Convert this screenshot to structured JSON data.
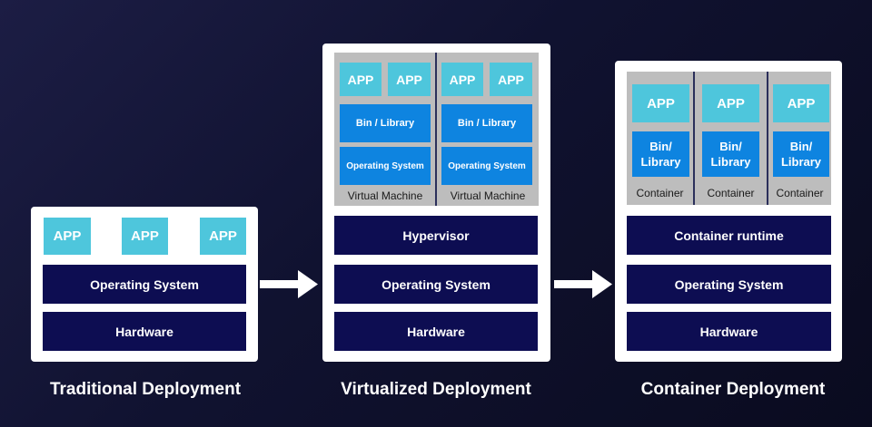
{
  "traditional": {
    "title": "Traditional Deployment",
    "apps": [
      "APP",
      "APP",
      "APP"
    ],
    "os": "Operating System",
    "hardware": "Hardware"
  },
  "virtualized": {
    "title": "Virtualized Deployment",
    "vms": [
      {
        "apps": [
          "APP",
          "APP"
        ],
        "bin": "Bin / Library",
        "os": "Operating System",
        "label": "Virtual Machine"
      },
      {
        "apps": [
          "APP",
          "APP"
        ],
        "bin": "Bin / Library",
        "os": "Operating System",
        "label": "Virtual Machine"
      }
    ],
    "hypervisor": "Hypervisor",
    "os": "Operating System",
    "hardware": "Hardware"
  },
  "container": {
    "title": "Container Deployment",
    "containers": [
      {
        "app": "APP",
        "bin_line1": "Bin/",
        "bin_line2": "Library",
        "label": "Container"
      },
      {
        "app": "APP",
        "bin_line1": "Bin/",
        "bin_line2": "Library",
        "label": "Container"
      },
      {
        "app": "APP",
        "bin_line1": "Bin/",
        "bin_line2": "Library",
        "label": "Container"
      }
    ],
    "runtime": "Container runtime",
    "os": "Operating System",
    "hardware": "Hardware"
  },
  "colors": {
    "dark_navy": "#0d0d52",
    "app_cyan": "#4ec6dc",
    "library_blue": "#0e84e0",
    "vm_grey": "#bdbdbd"
  },
  "icons": [
    "arrow-right-icon",
    "arrow-right-icon"
  ]
}
